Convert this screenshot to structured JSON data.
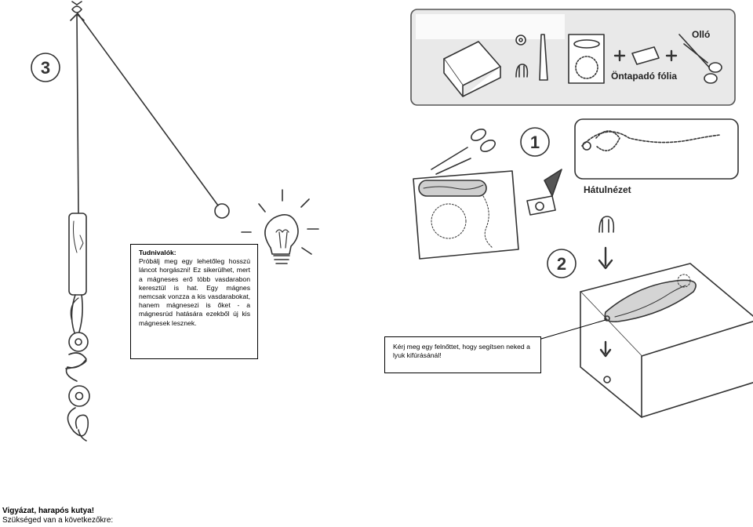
{
  "info_box": {
    "title": "Tudnivalók:",
    "text": "Próbálj meg egy lehetőleg hosszú láncot horgászni! Ez sikerülhet, mert a mágneses erő több vasdarabon keresztül is hat. Egy mágnes nemcsak vonzza a kis vasdarabokat, hanem mágnesezi is őket - a mágnesrúd hatására ezekből új kis mágnesek lesznek."
  },
  "help_box": {
    "text": "Kérj meg egy felnőttet, hogy segítsen neked a lyuk kifúrásánál!"
  },
  "labels": {
    "scissors": "Olló",
    "tape": "Öntapadó fólia",
    "back_view": "Hátulnézet"
  },
  "steps": [
    "1",
    "2",
    "3"
  ],
  "footer": {
    "title": "Vigyázat, harapós kutya!",
    "subtitle": "Szükséged van a következőkre:"
  }
}
